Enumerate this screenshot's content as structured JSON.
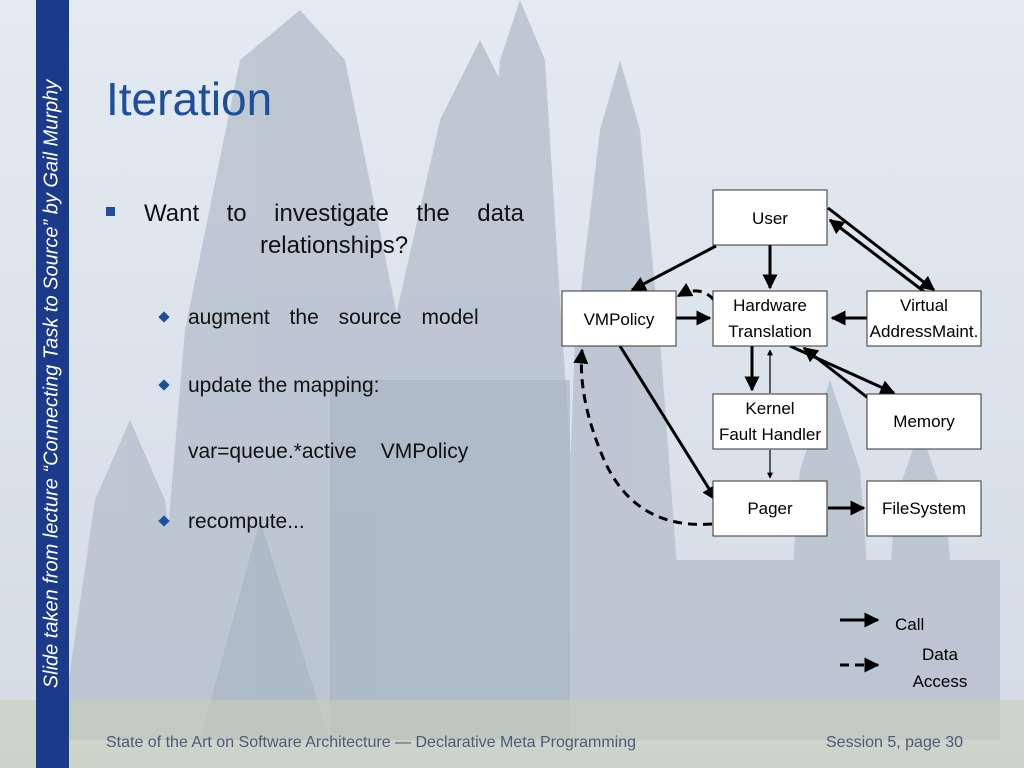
{
  "slide": {
    "sidebar_credit": "Slide taken from lecture “Connecting Task to Source” by Gail Murphy",
    "title": "Iteration",
    "bullets": [
      {
        "text": "Want to investigate the data relationships?"
      }
    ],
    "sub_bullets": [
      {
        "text": "augment the source model"
      },
      {
        "text": "update the mapping:"
      },
      {
        "text": "recompute..."
      }
    ],
    "mapping": {
      "expression": "var=queue.*active",
      "target": "VMPolicy"
    }
  },
  "diagram": {
    "nodes": {
      "user": {
        "line1": "User",
        "line2": ""
      },
      "vmpolicy": {
        "line1": "VMPolicy",
        "line2": ""
      },
      "hardware_translation": {
        "line1": "Hardware",
        "line2": "Translation"
      },
      "virtual_address_maint": {
        "line1": "Virtual",
        "line2": "AddressMaint."
      },
      "kernel_fault_handler": {
        "line1": "Kernel",
        "line2": "Fault Handler"
      },
      "memory": {
        "line1": "Memory",
        "line2": ""
      },
      "pager": {
        "line1": "Pager",
        "line2": ""
      },
      "filesystem": {
        "line1": "FileSystem",
        "line2": ""
      }
    },
    "legend": {
      "call": "Call",
      "data_access_line1": "Data",
      "data_access_line2": "Access"
    }
  },
  "footer": {
    "left": "State of the Art on Software Architecture — Declarative Meta Programming",
    "right": "Session 5, page 30"
  },
  "colors": {
    "sidebar": "#1b3a8c",
    "title": "#1d4f9e",
    "bullet": "#1d4f9e",
    "footer_text": "#4b5a78"
  }
}
